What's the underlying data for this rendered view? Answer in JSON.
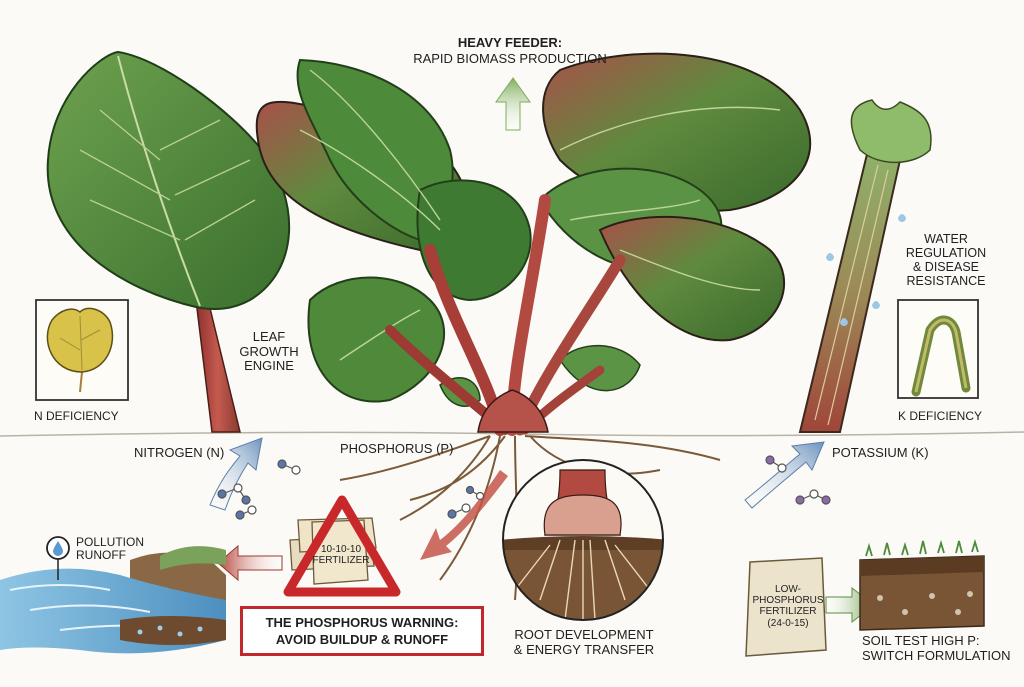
{
  "labels": {
    "heavy_feeder_title": "HEAVY FEEDER:",
    "heavy_feeder_sub": "RAPID BIOMASS PRODUCTION",
    "leaf_growth_1": "LEAF",
    "leaf_growth_2": "GROWTH",
    "leaf_growth_3": "ENGINE",
    "water_1": "WATER",
    "water_2": "REGULATION",
    "water_3": "& DISEASE",
    "water_4": "RESISTANCE",
    "n_deficiency": "N DEFICIENCY",
    "k_deficiency": "K DEFICIENCY",
    "nitrogen": "NITROGEN (N)",
    "phosphorus": "PHOSPHORUS (P)",
    "potassium": "POTASSIUM (K)",
    "pollution_1": "POLLUTION",
    "pollution_2": "RUNOFF",
    "fertilizer_1": "10-10-10",
    "fertilizer_2": "FERTILIZER",
    "warning_1": "THE PHOSPHORUS WARNING:",
    "warning_2": "AVOID BUILDUP & RUNOFF",
    "root_1": "ROOT DEVELOPMENT",
    "root_2": "& ENERGY TRANSFER",
    "lowp_1": "LOW-",
    "lowp_2": "PHOSPHORUS",
    "lowp_3": "FERTILIZER",
    "lowp_4": "(24-0-15)",
    "soil_1": "SOIL TEST HIGH P:",
    "soil_2": "SWITCH FORMULATION"
  },
  "colors": {
    "leaf_green": "#4f8a3c",
    "leaf_dark": "#2f5e26",
    "stalk_red": "#b4473f",
    "warning_red": "#c0282b",
    "arrow_blue": "#6c93bf",
    "arrow_green": "#7fae5c",
    "soil_brown": "#6e4a2e",
    "water_blue": "#7fb6d8"
  },
  "icons": [
    "droplet-icon",
    "warning-triangle-icon",
    "molecule-icon",
    "arrow-up-icon"
  ]
}
